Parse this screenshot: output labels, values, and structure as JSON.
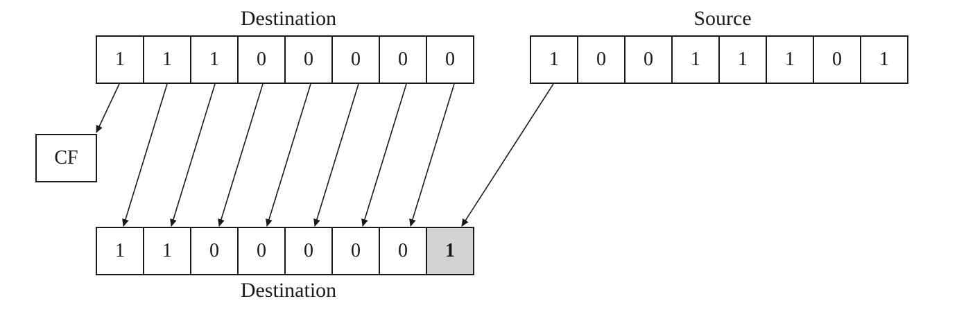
{
  "diagram": {
    "top_label": "Destination",
    "source_label": "Source",
    "bottom_label": "Destination",
    "cf_label": "CF",
    "destination_bits": [
      "1",
      "1",
      "1",
      "0",
      "0",
      "0",
      "0",
      "0"
    ],
    "source_bits": [
      "1",
      "0",
      "0",
      "1",
      "1",
      "1",
      "0",
      "1"
    ],
    "result_bits": [
      "1",
      "1",
      "0",
      "0",
      "0",
      "0",
      "0",
      "1"
    ],
    "highlighted_result_index": 7,
    "colors": {
      "stroke": "#1a1a1a",
      "highlight_fill": "#d3d3d3",
      "background": "#ffffff"
    }
  }
}
